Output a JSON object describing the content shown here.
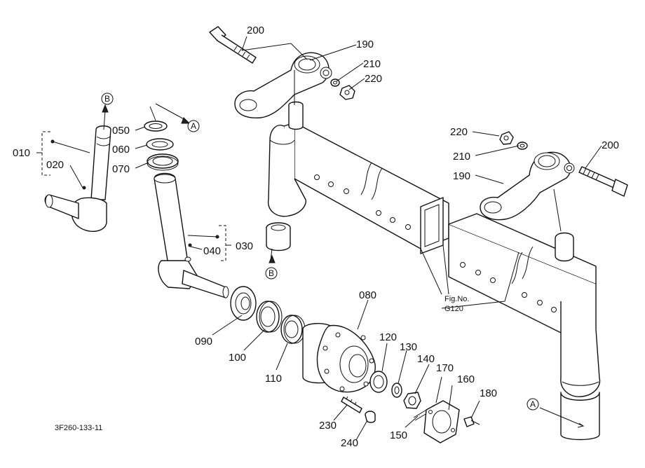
{
  "diagram": {
    "doc_code": "3F260-133-11",
    "fig_ref_line1": "Fig.No.",
    "fig_ref_line2": "G120",
    "ref_markers": {
      "A": "A",
      "B": "B"
    },
    "callouts": {
      "p010": "010",
      "p020": "020",
      "p030": "030",
      "p040": "040",
      "p050": "050",
      "p060": "060",
      "p070": "070",
      "p080": "080",
      "p090": "090",
      "p100": "100",
      "p110": "110",
      "p120": "120",
      "p130": "130",
      "p140": "140",
      "p150": "150",
      "p160": "160",
      "p170": "170",
      "p180": "180",
      "p190a": "190",
      "p190b": "190",
      "p200a": "200",
      "p200b": "200",
      "p210a": "210",
      "p210b": "210",
      "p220a": "220",
      "p220b": "220",
      "p230": "230",
      "p240": "240"
    }
  }
}
